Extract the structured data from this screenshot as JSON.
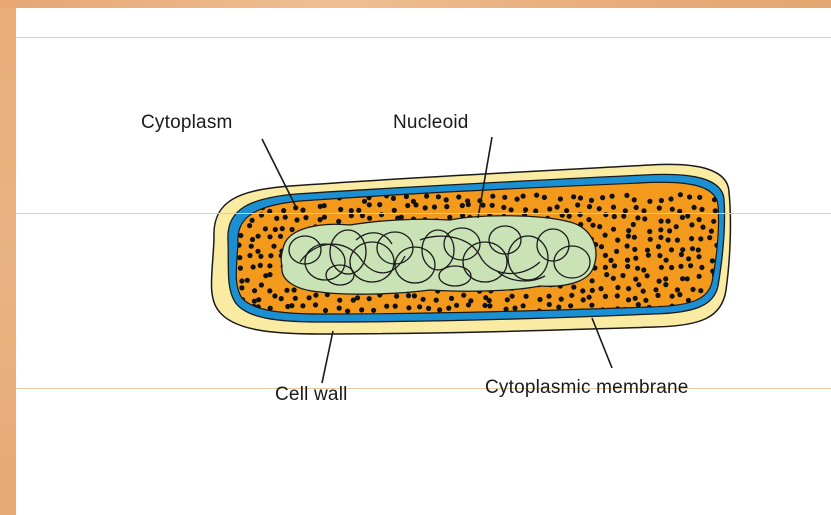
{
  "labels": {
    "cytoplasm": "Cytoplasm",
    "nucleoid": "Nucleoid",
    "cell_wall": "Cell wall",
    "membrane": "Cytoplasmic membrane"
  },
  "colors": {
    "cell_wall": "#f9eca2",
    "membrane": "#1a8fd1",
    "cytoplasm": "#f39a1c",
    "nucleoid": "#c9e2b6",
    "granule": "#111111",
    "slide_border": "#eab07e",
    "rule": "#e8cda0"
  }
}
